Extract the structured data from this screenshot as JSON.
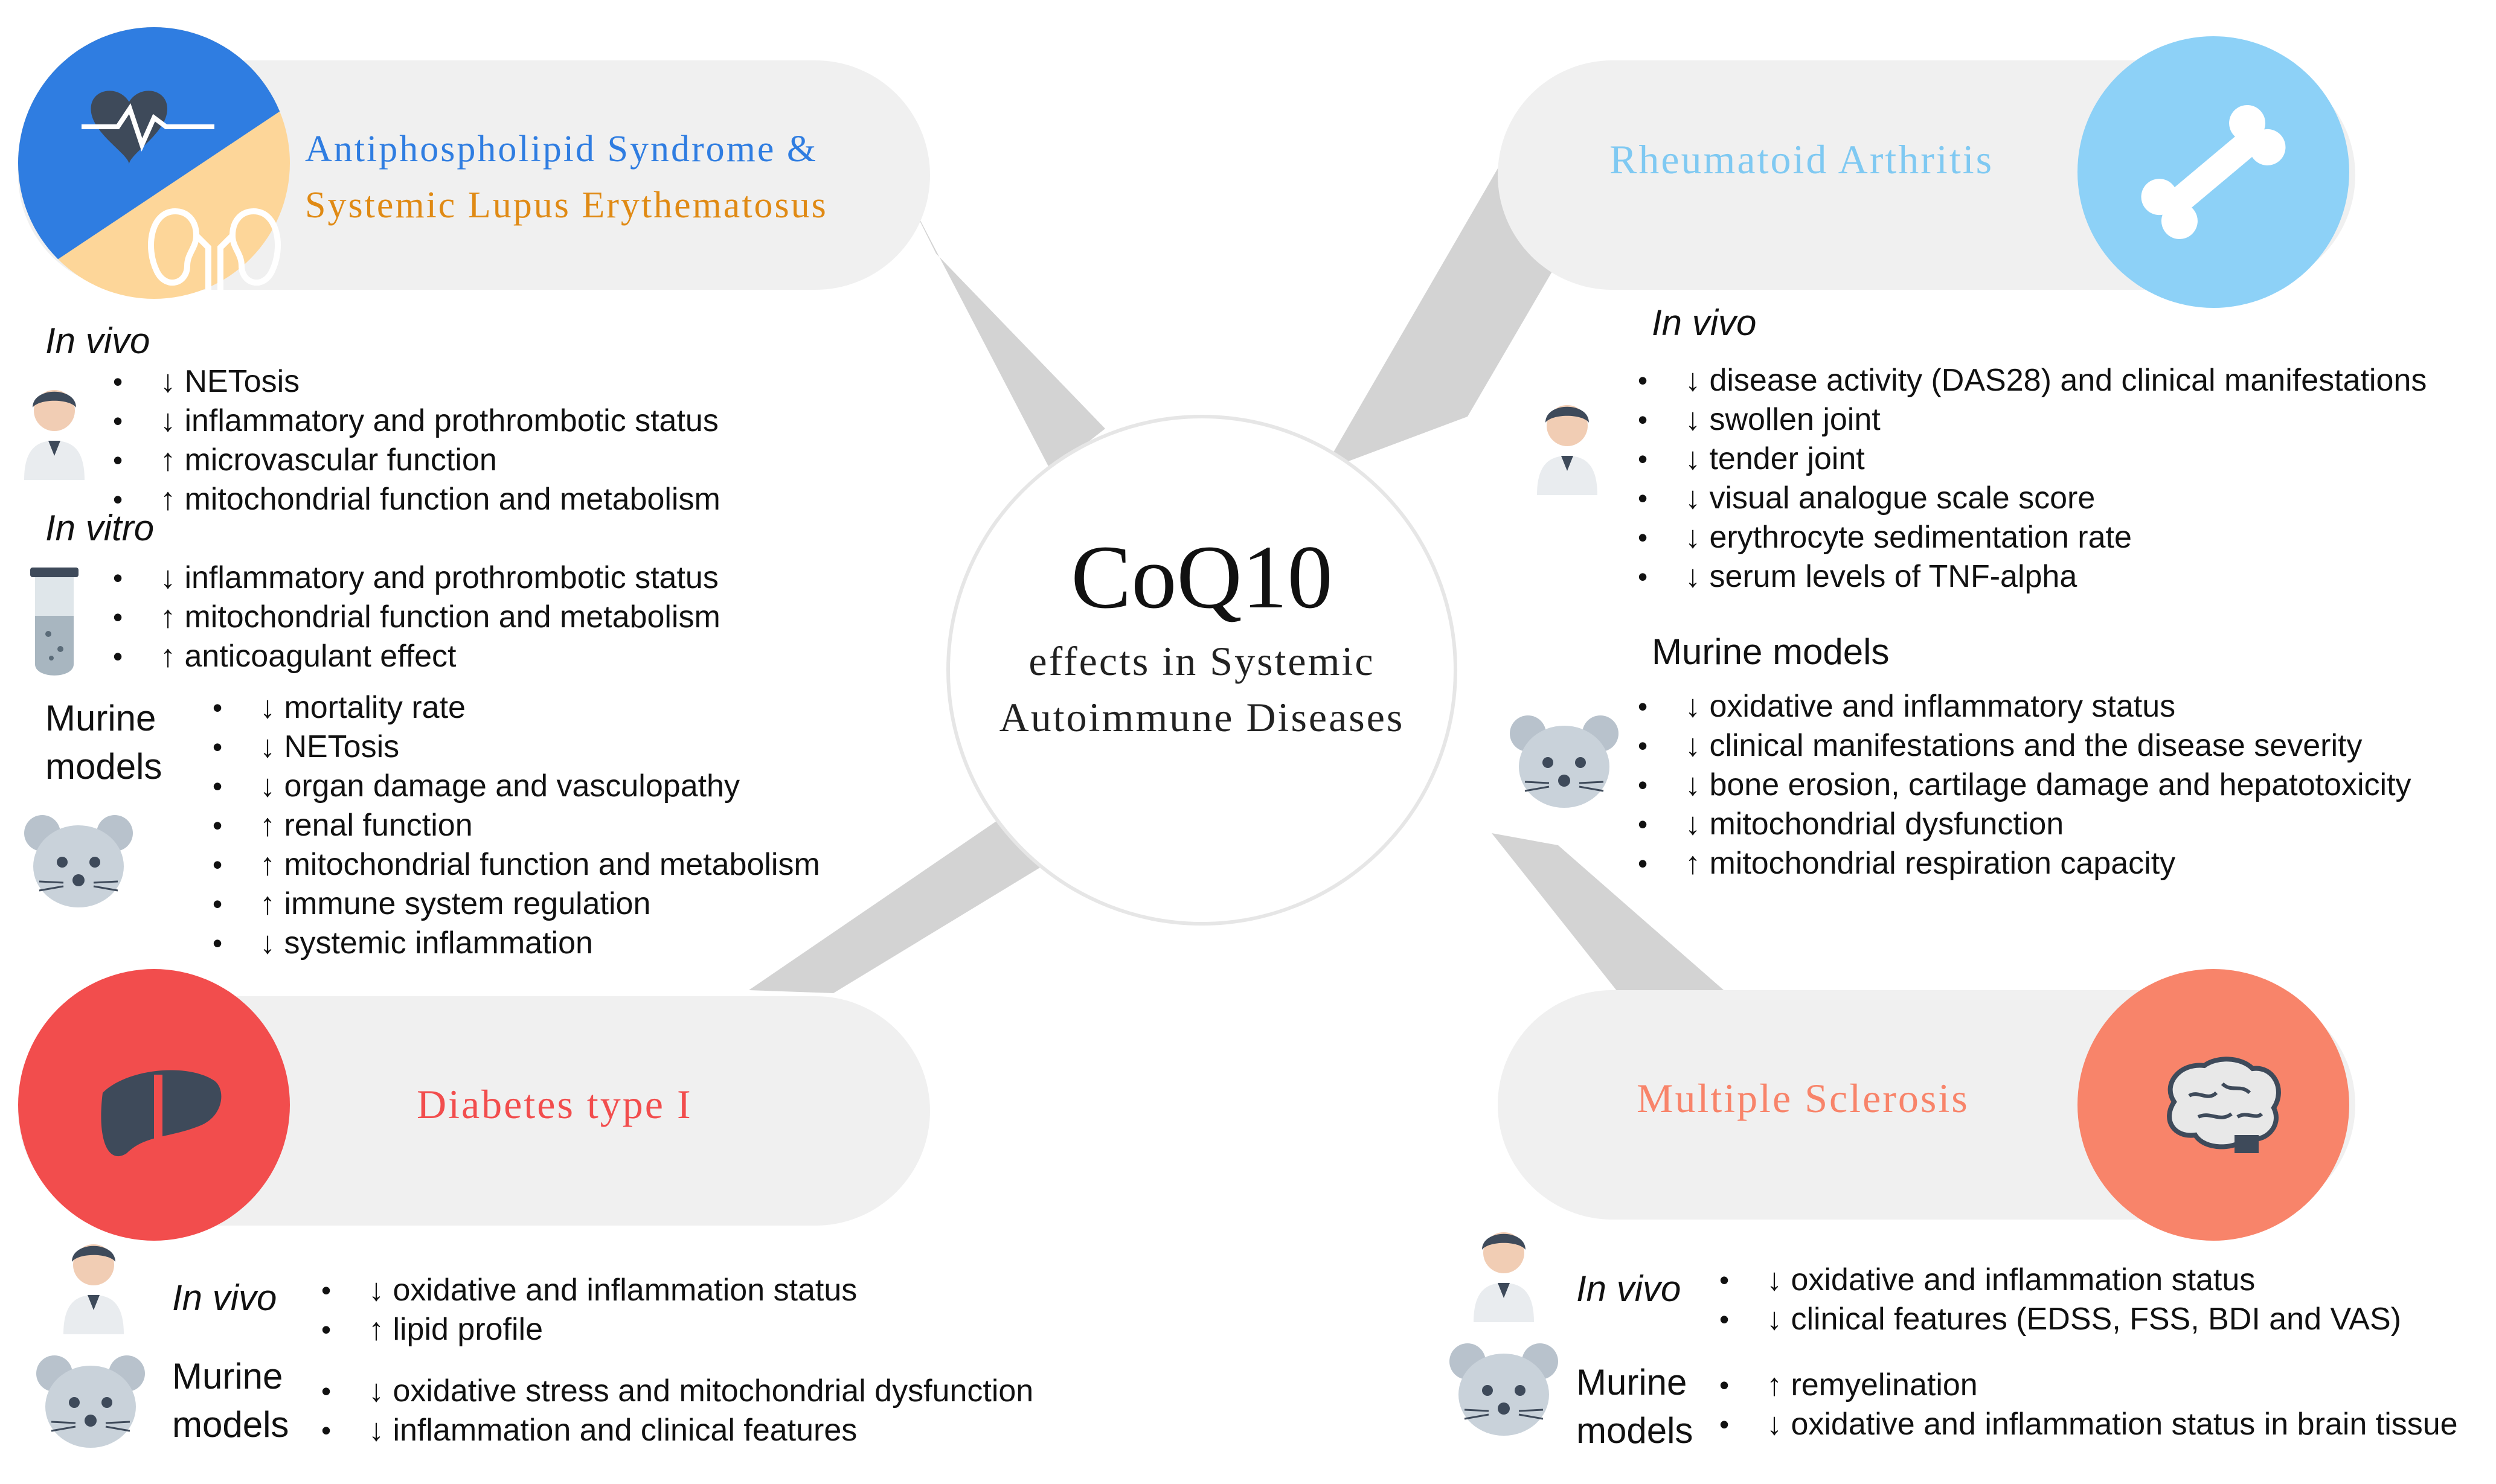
{
  "center": {
    "title": "CoQ10",
    "subtitle_line1": "effects in Systemic",
    "subtitle_line2": "Autoimmune Diseases"
  },
  "colors": {
    "aps_blue": "#2f7de1",
    "sle_peach": "#fdd699",
    "sle_text": "#e08a14",
    "ra_light_blue": "#8dd1f7",
    "ra_text": "#7fc9f2",
    "diabetes_red": "#f24d4d",
    "ms_salmon": "#f8846a",
    "banner_gray": "#f0f0f0",
    "connector_gray": "#d3d3d3"
  },
  "aps_sle": {
    "title_line1": "Antiphospholipid Syndrome &",
    "title_line2": "Systemic Lupus Erythematosus",
    "icons": [
      "heart-icon",
      "kidney-icon"
    ],
    "in_vivo": {
      "heading": "In vivo",
      "items": [
        "↓ NETosis",
        "↓ inflammatory and prothrombotic status",
        "↑ microvascular function",
        "↑ mitochondrial function and metabolism"
      ]
    },
    "in_vitro": {
      "heading": "In vitro",
      "items": [
        "↓ inflammatory and prothrombotic status",
        "↑ mitochondrial function and metabolism",
        "↑ anticoagulant effect"
      ]
    },
    "murine": {
      "heading_line1": "Murine",
      "heading_line2": "models",
      "items": [
        "↓ mortality rate",
        "↓ NETosis",
        "↓ organ damage and vasculopathy",
        "↑ renal function",
        "↑ mitochondrial function and metabolism",
        "↑ immune  system regulation",
        "↓ systemic inflammation"
      ]
    }
  },
  "ra": {
    "title": "Rheumatoid Arthritis",
    "icon": "bone-icon",
    "in_vivo": {
      "heading": "In vivo",
      "items": [
        "↓ disease activity (DAS28) and clinical manifestations",
        "↓ swollen joint",
        "↓ tender joint",
        "↓ visual analogue scale score",
        "↓ erythrocyte sedimentation rate",
        "↓ serum levels of TNF-alpha"
      ]
    },
    "murine": {
      "heading": "Murine models",
      "items": [
        "↓ oxidative and inflammatory status",
        "↓ clinical manifestations and the disease severity",
        "↓ bone erosion, cartilage damage and hepatotoxicity",
        "↓ mitochondrial dysfunction",
        "↑ mitochondrial respiration capacity"
      ]
    }
  },
  "diabetes": {
    "title": "Diabetes type I",
    "icon": "pancreas-icon",
    "in_vivo": {
      "heading": "In vivo",
      "items": [
        "↓ oxidative and inflammation status",
        "↑ lipid profile"
      ]
    },
    "murine": {
      "heading_line1": "Murine",
      "heading_line2": "models",
      "items": [
        "↓ oxidative stress and mitochondrial dysfunction",
        "↓ inflammation and clinical features"
      ]
    }
  },
  "ms": {
    "title": "Multiple Sclerosis",
    "icon": "brain-icon",
    "in_vivo": {
      "heading": "In vivo",
      "items": [
        "↓ oxidative and inflammation status",
        "↓ clinical features (EDSS, FSS, BDI and VAS)"
      ]
    },
    "murine": {
      "heading_line1": "Murine",
      "heading_line2": "models",
      "items": [
        "↑ remyelination",
        "↓ oxidative and inflammation status in brain tissue"
      ]
    }
  }
}
